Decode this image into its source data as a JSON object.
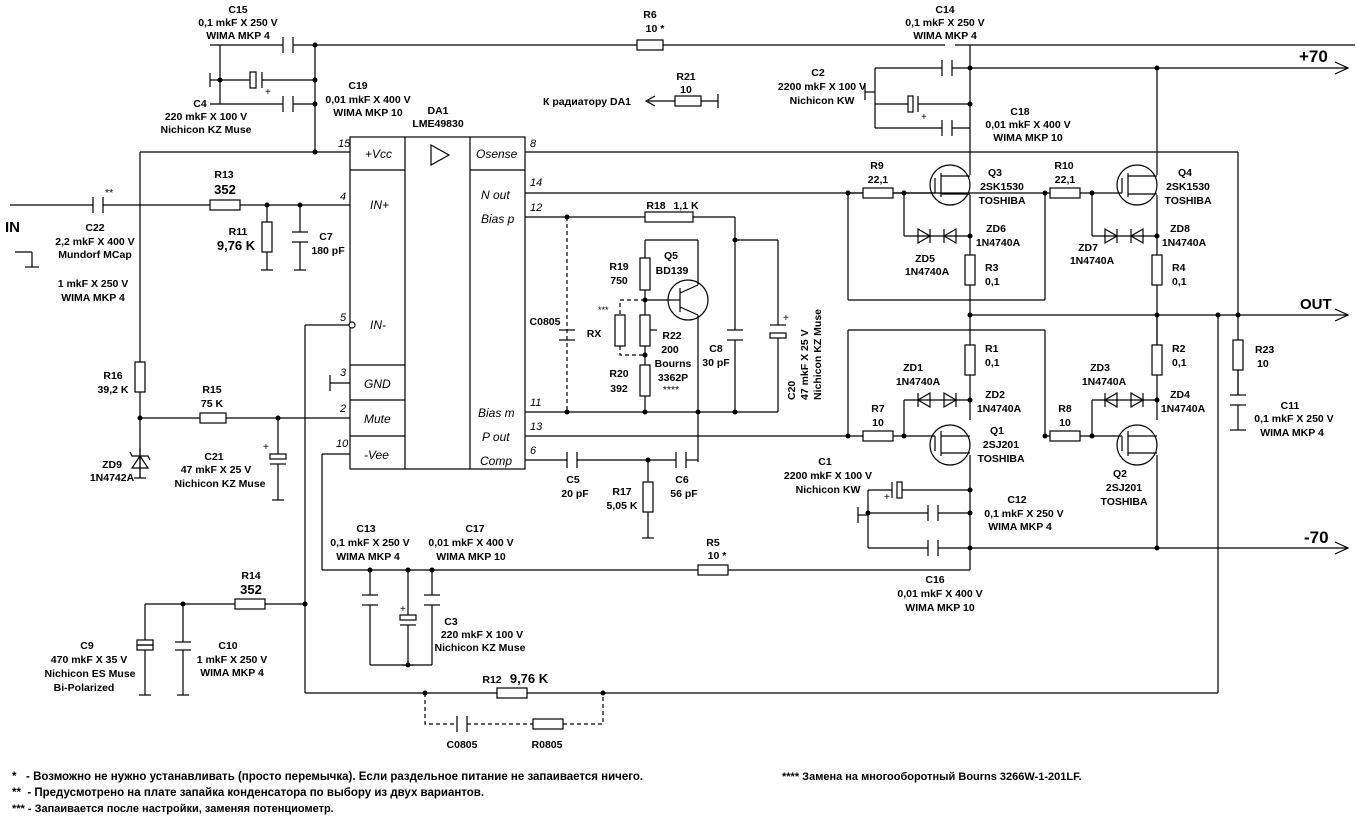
{
  "rails": {
    "pos": "+70",
    "neg": "-70",
    "out": "OUT",
    "in": "IN"
  },
  "ic": {
    "ref": "DA1",
    "part": "LME49830",
    "pins_left": [
      {
        "num": "15",
        "name": "+Vcc"
      },
      {
        "num": "4",
        "name": "IN+"
      },
      {
        "num": "5",
        "name": "IN-"
      },
      {
        "num": "3",
        "name": "GND"
      },
      {
        "num": "2",
        "name": "Mute"
      },
      {
        "num": "10",
        "name": "-Vee"
      }
    ],
    "pins_right": [
      {
        "num": "8",
        "name": "Osense"
      },
      {
        "num": "14",
        "name": "N out"
      },
      {
        "num": "12",
        "name": "Bias p"
      },
      {
        "num": "11",
        "name": "Bias m"
      },
      {
        "num": "13",
        "name": "P out"
      },
      {
        "num": "6",
        "name": "Comp"
      }
    ]
  },
  "parts": {
    "C15": [
      "C15",
      "0,1 mkF X 250 V",
      "WIMA MKP 4"
    ],
    "C4": [
      "C4",
      "220 mkF X 100 V",
      "Nichicon KZ Muse"
    ],
    "C19": [
      "C19",
      "0,01 mkF X 400 V",
      "WIMA MKP 10"
    ],
    "R6": [
      "R6",
      "10 *"
    ],
    "R21": [
      "R21",
      "10"
    ],
    "radiator": "К радиатору DA1",
    "C14": [
      "C14",
      "0,1 mkF X 250 V",
      "WIMA MKP 4"
    ],
    "C2": [
      "C2",
      "2200 mkF X 100 V",
      "Nichicon KW"
    ],
    "C18": [
      "C18",
      "0,01 mkF X 400 V",
      "WIMA MKP 10"
    ],
    "C22": [
      "C22",
      "2,2 mkF X 400 V",
      "Mundorf MCap",
      "1 mkF X 250 V",
      "WIMA MKP 4"
    ],
    "C22_mark": "**",
    "R13": [
      "R13",
      "352"
    ],
    "R11": [
      "R11",
      "9,76 K"
    ],
    "C7": [
      "C7",
      "180 pF"
    ],
    "R16": [
      "R16",
      "39,2 K"
    ],
    "R15": [
      "R15",
      "75 K"
    ],
    "ZD9": [
      "ZD9",
      "1N4742A"
    ],
    "C21": [
      "C21",
      "47 mkF X 25 V",
      "Nichicon KZ Muse"
    ],
    "R18": [
      "R18",
      "1,1 K"
    ],
    "Q5": [
      "Q5",
      "BD139"
    ],
    "R19": [
      "R19",
      "750"
    ],
    "RX": [
      "RX"
    ],
    "RX_mark": "***",
    "R22": [
      "R22",
      "200",
      "Bourns",
      "3362P",
      "****"
    ],
    "R20": [
      "R20",
      "392"
    ],
    "C0805a": [
      "C0805"
    ],
    "C8": [
      "C8",
      "30 pF"
    ],
    "C20": [
      "C20",
      "47 mkF X 25 V",
      "Nichicon KZ Muse"
    ],
    "C5": [
      "C5",
      "20 pF"
    ],
    "R17": [
      "R17",
      "5,05 K"
    ],
    "C6": [
      "C6",
      "56 pF"
    ],
    "R9": [
      "R9",
      "22,1"
    ],
    "Q3": [
      "Q3",
      "2SK1530",
      "TOSHIBA"
    ],
    "ZD6": [
      "ZD6",
      "1N4740A"
    ],
    "ZD5": [
      "ZD5",
      "1N4740A"
    ],
    "R3": [
      "R3",
      "0,1"
    ],
    "R10": [
      "R10",
      "22,1"
    ],
    "Q4": [
      "Q4",
      "2SK1530",
      "TOSHIBA"
    ],
    "ZD8": [
      "ZD8",
      "1N4740A"
    ],
    "ZD7": [
      "ZD7",
      "1N4740A"
    ],
    "R4": [
      "R4",
      "0,1"
    ],
    "R1": [
      "R1",
      "0,1"
    ],
    "ZD1": [
      "ZD1",
      "1N4740A"
    ],
    "ZD2": [
      "ZD2",
      "1N4740A"
    ],
    "R7": [
      "R7",
      "10"
    ],
    "Q1": [
      "Q1",
      "2SJ201",
      "TOSHIBA"
    ],
    "R2": [
      "R2",
      "0,1"
    ],
    "ZD3": [
      "ZD3",
      "1N4740A"
    ],
    "ZD4": [
      "ZD4",
      "1N4740A"
    ],
    "R8": [
      "R8",
      "10"
    ],
    "Q2": [
      "Q2",
      "2SJ201",
      "TOSHIBA"
    ],
    "R23": [
      "R23",
      "10"
    ],
    "C11": [
      "C11",
      "0,1 mkF X 250 V",
      "WIMA MKP 4"
    ],
    "C1": [
      "C1",
      "2200 mkF X 100 V",
      "Nichicon KW"
    ],
    "C12": [
      "C12",
      "0,1 mkF X 250 V",
      "WIMA MKP 4"
    ],
    "C16": [
      "C16",
      "0,01 mkF X 400 V",
      "WIMA MKP 10"
    ],
    "R5": [
      "R5",
      "10 *"
    ],
    "C13": [
      "C13",
      "0,1 mkF X 250 V",
      "WIMA MKP 4"
    ],
    "C17": [
      "C17",
      "0,01 mkF X 400 V",
      "WIMA MKP 10"
    ],
    "C3": [
      "C3",
      "220 mkF X 100 V",
      "Nichicon KZ Muse"
    ],
    "R14": [
      "R14",
      "352"
    ],
    "C9": [
      "C9",
      "470 mkF X 35 V",
      "Nichicon ES Muse",
      "Bi-Polarized"
    ],
    "C10": [
      "C10",
      "1 mkF X 250 V",
      "WIMA MKP 4"
    ],
    "R12": [
      "R12",
      "9,76 K"
    ],
    "C0805b": [
      "C0805"
    ],
    "R0805": [
      "R0805"
    ]
  },
  "notes": {
    "n1": "*   - Возможно не нужно устанавливать (просто перемычка). Если раздельное питание не запаивается ничего.",
    "n2": "**  - Предусмотрено на плате запайка конденсатора по выбору из двух вариантов.",
    "n3": "*** - Запаивается после настройки, заменяя потенциометр.",
    "n4": "**** Замена на многооборотный Bourns 3266W-1-201LF."
  }
}
